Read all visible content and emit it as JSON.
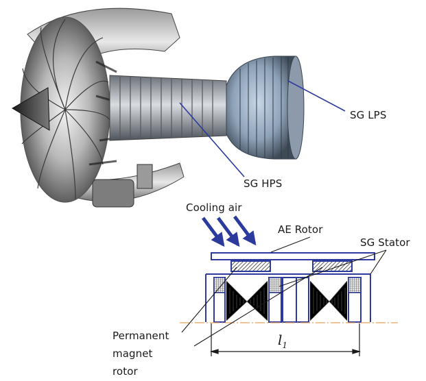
{
  "labels": {
    "sg_lps": "SG LPS",
    "sg_hps": "SG HPS",
    "cooling_air": "Cooling air",
    "ae_rotor": "AE Rotor",
    "sg_stator": "SG Stator",
    "permanent_magnet_rotor": [
      "Permanent",
      "magnet",
      "rotor"
    ],
    "length_symbol": "l",
    "length_subscript": "1"
  },
  "icons": {
    "engine": "turbofan-engine-cutaway",
    "arrows": "cooling-air-arrow"
  },
  "colors": {
    "leader_line": "#2b3a9c",
    "schematic": "#2b3a9c",
    "magnet_hatch": "#333333",
    "axis_line": "#e3a05a",
    "text": "#1a1a1a"
  }
}
